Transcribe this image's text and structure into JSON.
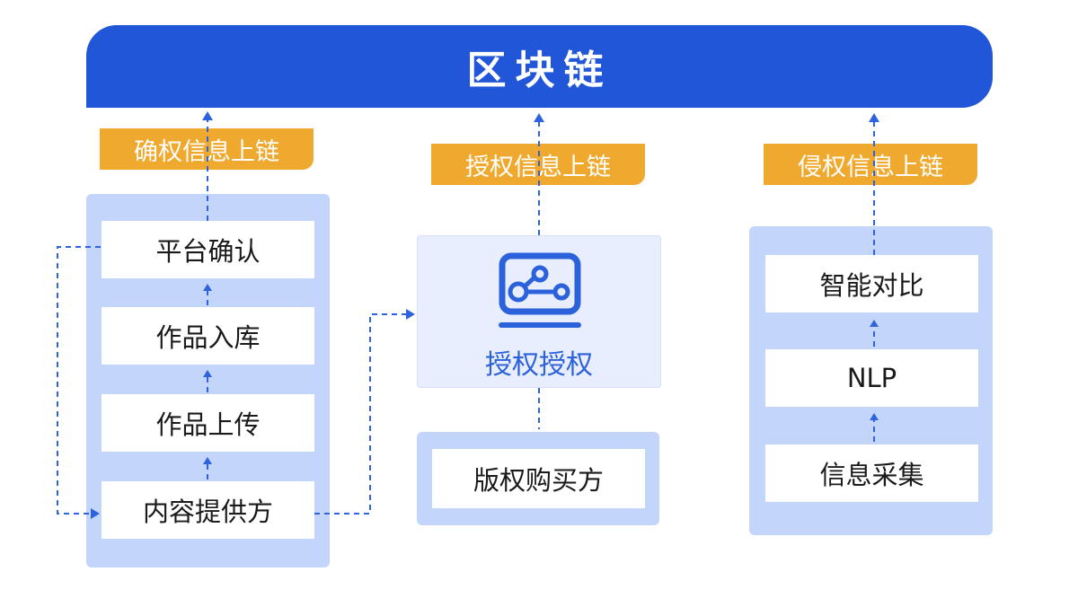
{
  "banner": {
    "title": "区块链"
  },
  "tags": {
    "left": "确权信息上链",
    "middle": "授权信息上链",
    "right": "侵权信息上链"
  },
  "left_column": {
    "steps": [
      "平台确认",
      "作品入库",
      "作品上传",
      "内容提供方"
    ]
  },
  "middle_column": {
    "card_label": "授权授权",
    "icon": "share-node-monitor-icon",
    "buyer": "版权购买方"
  },
  "right_column": {
    "steps": [
      "智能对比",
      "NLP",
      "信息采集"
    ]
  },
  "colors": {
    "banner": "#2256D9",
    "tag": "#EFA92E",
    "panel": "#C3D5FB",
    "card": "#E8EEFD",
    "accent": "#2C61DC",
    "arrow": "#2F63DE"
  }
}
